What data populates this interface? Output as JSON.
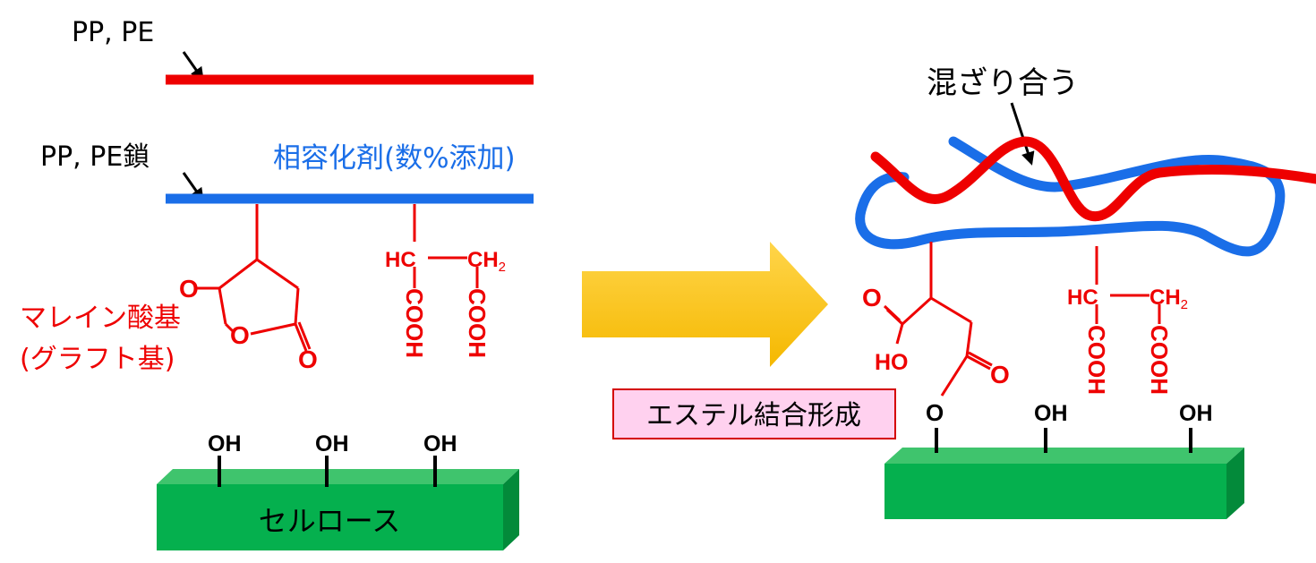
{
  "left": {
    "label_pp_pe": "PP, PE",
    "label_pp_pe_chain": "PP, PE鎖",
    "compatibilizer_label": "相容化剤(数%添加)",
    "maleic_group_line1": "マレイン酸基",
    "maleic_group_line2": "(グラフト基)",
    "ring_oxygen_top": "O",
    "ring_oxygen_middle": "O",
    "ring_oxygen_bottom": "O",
    "succinic": {
      "hc": "HC",
      "ch": "CH",
      "sub2": "2",
      "cooh": "COOH"
    },
    "cellulose_oh": [
      "OH",
      "OH",
      "OH"
    ],
    "cellulose_label": "セルロース"
  },
  "ester_formation_label": "エステル結合形成",
  "right": {
    "mixing_label": "混ざり合う",
    "oxygen_carbonyl_1": "O",
    "ho_label": "HO",
    "oxygen_carbonyl_2": "O",
    "ester_oxygen": "O",
    "succinic": {
      "hc": "HC",
      "ch": "CH",
      "sub2": "2",
      "cooh": "COOH"
    },
    "cellulose_oh": [
      "OH",
      "OH"
    ]
  },
  "colors": {
    "polyolefin_red": "#ee0000",
    "compatibilizer_blue": "#1a6ee8",
    "chem_red": "#ee0000",
    "cellulose_front": "#05b04e",
    "cellulose_top": "#3fc46d",
    "cellulose_side": "#038a3a",
    "arrow_yellow": "#ffc000",
    "ester_box_fill": "#ffd1ef",
    "ester_box_border": "#d40000"
  }
}
